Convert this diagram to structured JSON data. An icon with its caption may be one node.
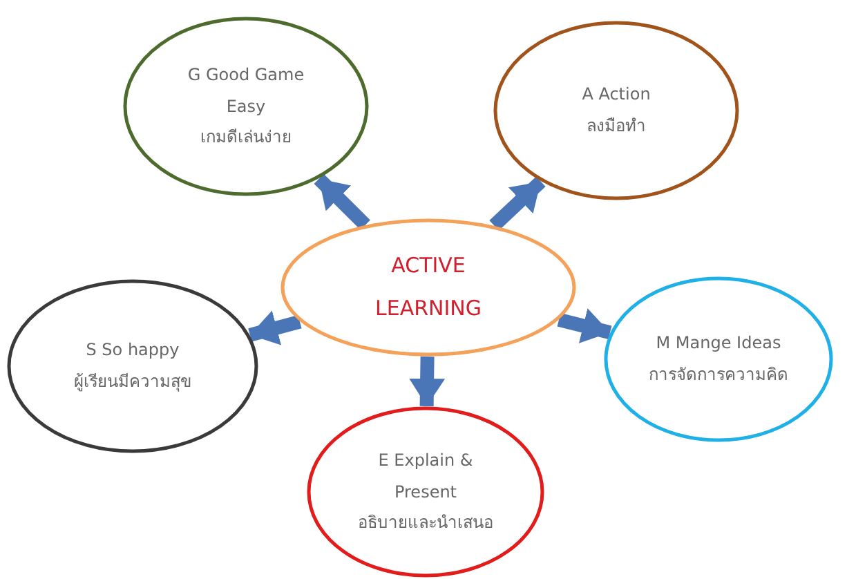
{
  "diagram": {
    "nodes": [
      {
        "text": [
          "ACTIVE LEARNING"
        ]
      },
      {
        "text": [
          "G Good Game Easy",
          "เกมดีเล่นง่าย"
        ]
      },
      {
        "text": [
          "A Action",
          "ลงมือทำ"
        ]
      },
      {
        "text": [
          "S So happy",
          "ผู้เรียนมีความสุข"
        ]
      },
      {
        "text": [
          "M Mange Ideas",
          "การจัดการความคิด"
        ]
      },
      {
        "text": [
          "E Explain & Present",
          "อธิบายและนำเสนอ"
        ]
      }
    ],
    "edges": [
      {
        "from": 0,
        "to": 1,
        "arrow": "to"
      },
      {
        "from": 0,
        "to": 2,
        "arrow": "to"
      },
      {
        "from": 0,
        "to": 3,
        "arrow": "to"
      },
      {
        "from": 0,
        "to": 4,
        "arrow": "to"
      },
      {
        "from": 0,
        "to": 5,
        "arrow": "to"
      }
    ]
  }
}
